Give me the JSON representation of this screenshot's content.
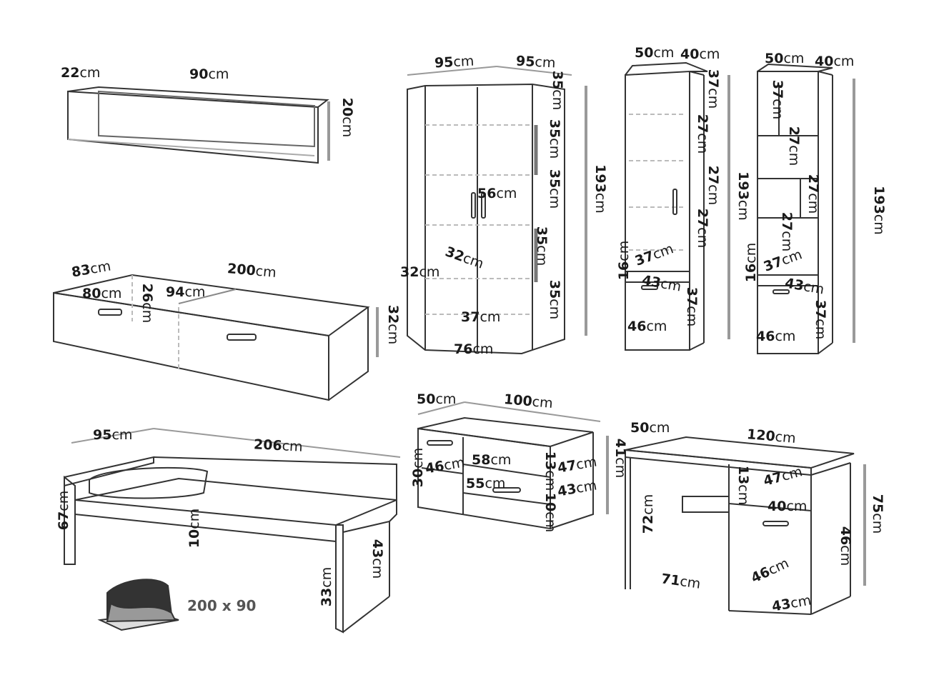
{
  "shelf": {
    "labels": [
      "22cm",
      "90cm",
      "20cm"
    ]
  },
  "wardrobe": {
    "labels": [
      "95cm",
      "95cm",
      "35cm",
      "35cm",
      "35cm",
      "56cm",
      "35cm",
      "32cm",
      "32cm",
      "35cm",
      "37cm",
      "76cm",
      "193cm"
    ]
  },
  "bookcase_door": {
    "labels": [
      "50cm",
      "40cm",
      "37cm",
      "27cm",
      "27cm",
      "27cm",
      "16cm",
      "37cm",
      "43cm",
      "37cm",
      "46cm",
      "193cm"
    ]
  },
  "bookcase_open": {
    "labels": [
      "50cm",
      "40cm",
      "37cm",
      "27cm",
      "27cm",
      "27cm",
      "16cm",
      "37cm",
      "43cm",
      "37cm",
      "46cm",
      "193cm"
    ]
  },
  "drawer_unit": {
    "labels": [
      "83cm",
      "200cm",
      "80cm",
      "26cm",
      "94cm",
      "32cm"
    ]
  },
  "bed": {
    "labels": [
      "95cm",
      "206cm",
      "67cm",
      "10cm",
      "43cm",
      "33cm"
    ],
    "mattress_size": "200 x 90"
  },
  "tv_stand": {
    "labels": [
      "50cm",
      "100cm",
      "30cm",
      "46cm",
      "58cm",
      "13cm",
      "47cm",
      "41cm",
      "55cm",
      "43cm",
      "10cm"
    ]
  },
  "desk": {
    "labels": [
      "50cm",
      "120cm",
      "13cm",
      "47cm",
      "40cm",
      "72cm",
      "75cm",
      "46cm",
      "71cm",
      "46cm",
      "43cm"
    ]
  }
}
